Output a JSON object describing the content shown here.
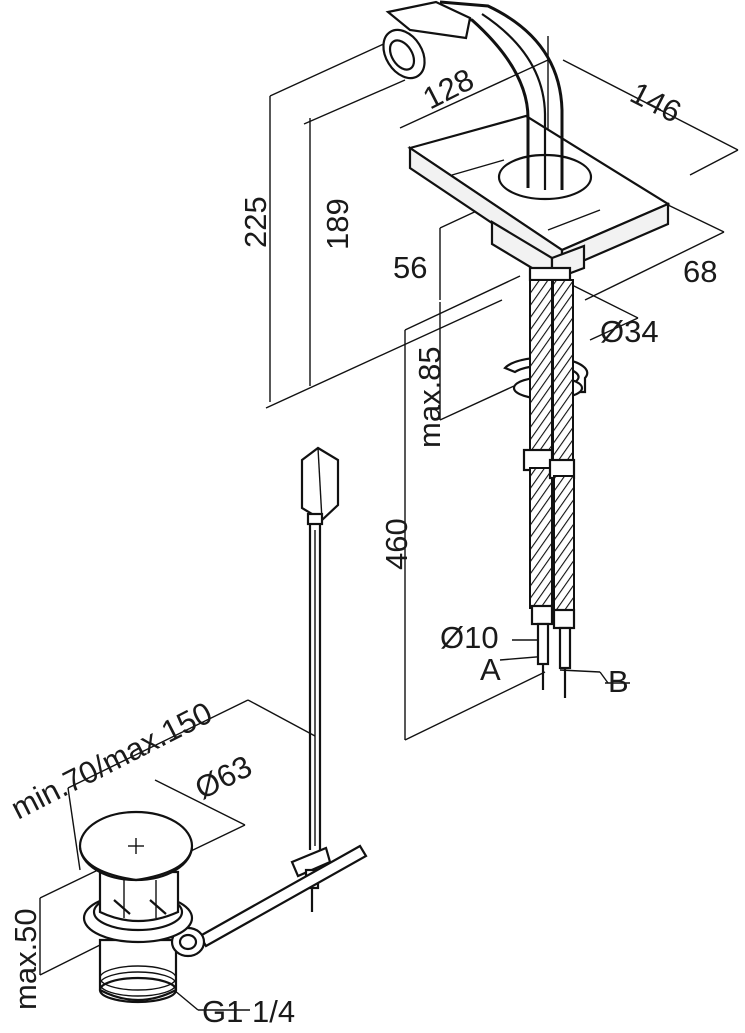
{
  "labels": {
    "width_146": "146",
    "reach_128": "128",
    "height_225": "225",
    "height_189": "189",
    "base_56": "56",
    "depth_68": "68",
    "dia_34": "Ø34",
    "max_85": "max.85",
    "hose_460": "460",
    "dia_10": "Ø10",
    "conn_a": "A",
    "conn_b": "B",
    "rod_range": "min.70/max.150",
    "dia_63": "Ø63",
    "max_50": "max.50",
    "thread": "G1 1/4"
  }
}
